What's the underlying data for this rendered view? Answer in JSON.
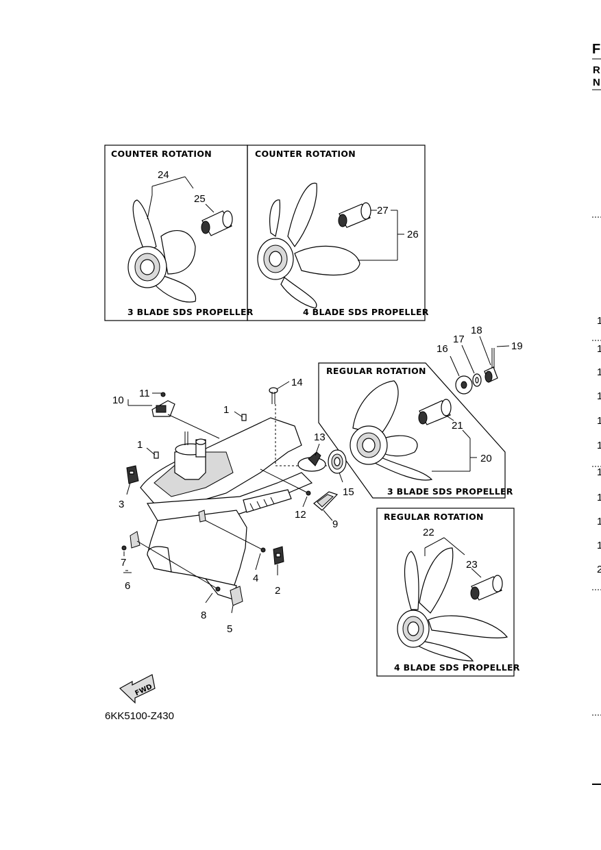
{
  "edge_letters": {
    "top": "F",
    "row2": "R",
    "row3": "N"
  },
  "edge_digits": [
    "1",
    "1",
    "1",
    "1",
    "1",
    "1",
    "1",
    "1",
    "1",
    "1",
    "2"
  ],
  "boxes": {
    "counter3": {
      "title": "COUNTER ROTATION",
      "caption": "3 BLADE SDS PROPELLER"
    },
    "counter4": {
      "title": "COUNTER ROTATION",
      "caption": "4 BLADE SDS PROPELLER"
    },
    "regular3": {
      "title": "REGULAR ROTATION",
      "caption": "3 BLADE SDS PROPELLER"
    },
    "regular4": {
      "title": "REGULAR ROTATION",
      "caption": "4 BLADE SDS PROPELLER"
    }
  },
  "part_numbers": [
    "1",
    "1",
    "2",
    "3",
    "4",
    "5",
    "6",
    "7",
    "8",
    "9",
    "10",
    "11",
    "12",
    "13",
    "14",
    "15",
    "16",
    "17",
    "18",
    "19",
    "20",
    "21",
    "22",
    "23",
    "24",
    "25",
    "26",
    "27"
  ],
  "fwd_label": "FWD",
  "diagram_code": "6KK5100-Z430"
}
